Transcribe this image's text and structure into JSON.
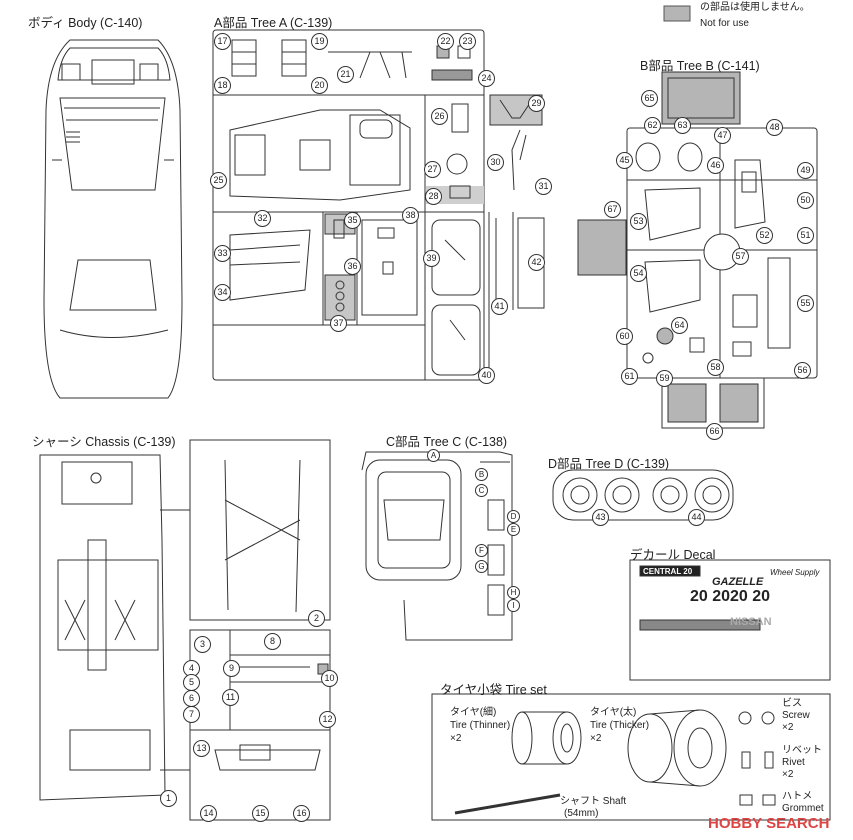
{
  "legend": {
    "line1": "の部品は使用しません。",
    "line2": "Not for use"
  },
  "sections": {
    "body": "ボディ Body (C-140)",
    "tree_a": "A部品 Tree A (C-139)",
    "tree_b": "B部品 Tree B (C-141)",
    "chassis": "シャーシ Chassis (C-139)",
    "tree_c": "C部品 Tree C (C-138)",
    "tree_d": "D部品 Tree D (C-139)",
    "decal": "デカール Decal",
    "tire_set": "タイヤ小袋 Tire set"
  },
  "tire_set": {
    "thin_jp": "タイヤ(細)",
    "thin_en": "Tire (Thinner)",
    "thin_qty": "×2",
    "thick_jp": "タイヤ(太)",
    "thick_en": "Tire (Thicker)",
    "thick_qty": "×2",
    "screw_jp": "ビス",
    "screw_en": "Screw",
    "screw_qty": "×2",
    "rivet_jp": "リベット",
    "rivet_en": "Rivet",
    "rivet_qty": "×2",
    "grommet_jp": "ハトメ",
    "grommet_en": "Grommet",
    "shaft": "シャフト Shaft",
    "shaft_len": "(54mm)"
  },
  "decal_text": {
    "gazelle": "GAZELLE",
    "central": "CENTRAL 20",
    "num20": "20 20",
    "num20b": "20 20",
    "wheel": "Wheel Supply",
    "nissan": "NISSAN"
  },
  "watermark": "HOBBY SEARCH",
  "labels_a": [
    "17",
    "18",
    "19",
    "20",
    "21",
    "22",
    "23",
    "24",
    "25",
    "26",
    "27",
    "28",
    "29",
    "30",
    "31",
    "32",
    "33",
    "34",
    "35",
    "36",
    "37",
    "38",
    "39",
    "40",
    "41",
    "42"
  ],
  "labels_b": [
    "43",
    "44",
    "45",
    "46",
    "47",
    "48",
    "49",
    "50",
    "51",
    "52",
    "53",
    "54",
    "55",
    "56",
    "57",
    "58",
    "59",
    "60",
    "61",
    "62",
    "63",
    "64",
    "65",
    "66",
    "67"
  ],
  "labels_chassis": [
    "1",
    "2",
    "3",
    "4",
    "5",
    "6",
    "7",
    "8",
    "9",
    "10",
    "11",
    "12",
    "13",
    "14",
    "15",
    "16"
  ],
  "labels_c": [
    "A",
    "B",
    "C",
    "D",
    "E",
    "F",
    "G",
    "H",
    "I"
  ]
}
